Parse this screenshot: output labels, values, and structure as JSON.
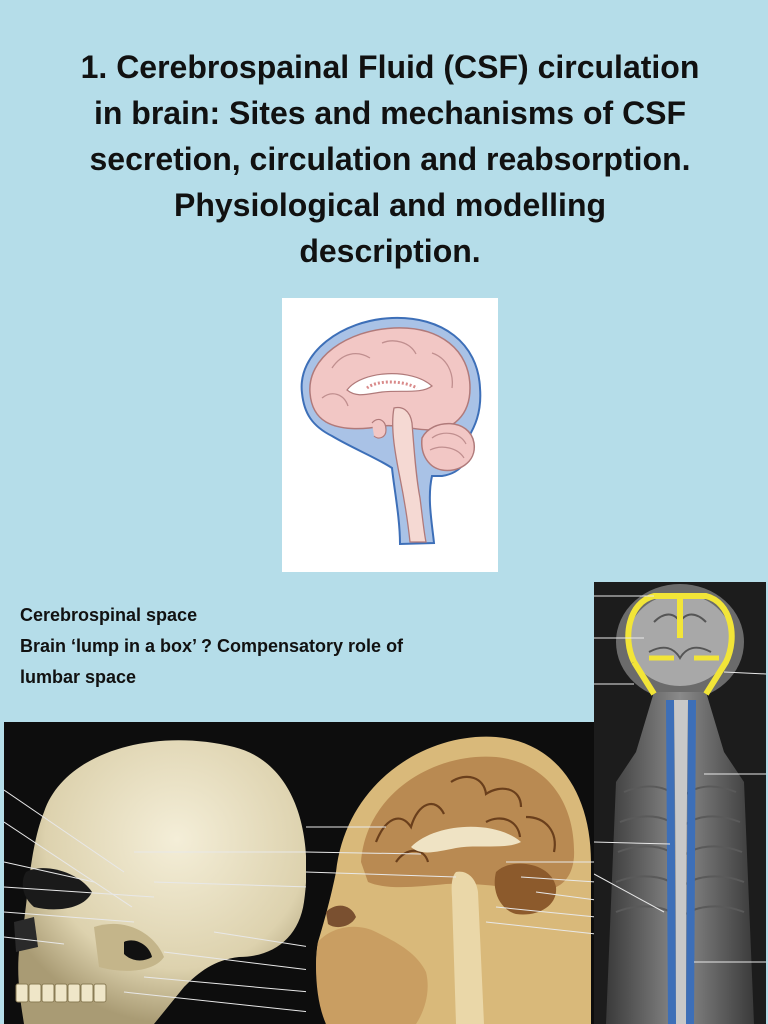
{
  "slide": {
    "title_lines": [
      "1. Cerebrospainal Fluid (CSF) circulation",
      "in brain: Sites and mechanisms of CSF",
      "secretion, circulation and reabsorption.",
      "Physiological and modelling",
      "description."
    ],
    "caption_lines": [
      "Cerebrospinal  space",
      "Brain ‘lump in a box’ ?  Compensatory role of",
      "lumbar space"
    ]
  },
  "colors": {
    "background": "#b5dde9",
    "csf_blue": "#3d6fb8",
    "highlight_yellow": "#f2e538"
  },
  "figures": {
    "brain_illustration": "sagittal-brain-diagram",
    "skull_photo": "skull-photo",
    "sagittal_head_photo": "sagittal-head-section-photo",
    "spine_mri": "cerebrospinal-mri"
  }
}
